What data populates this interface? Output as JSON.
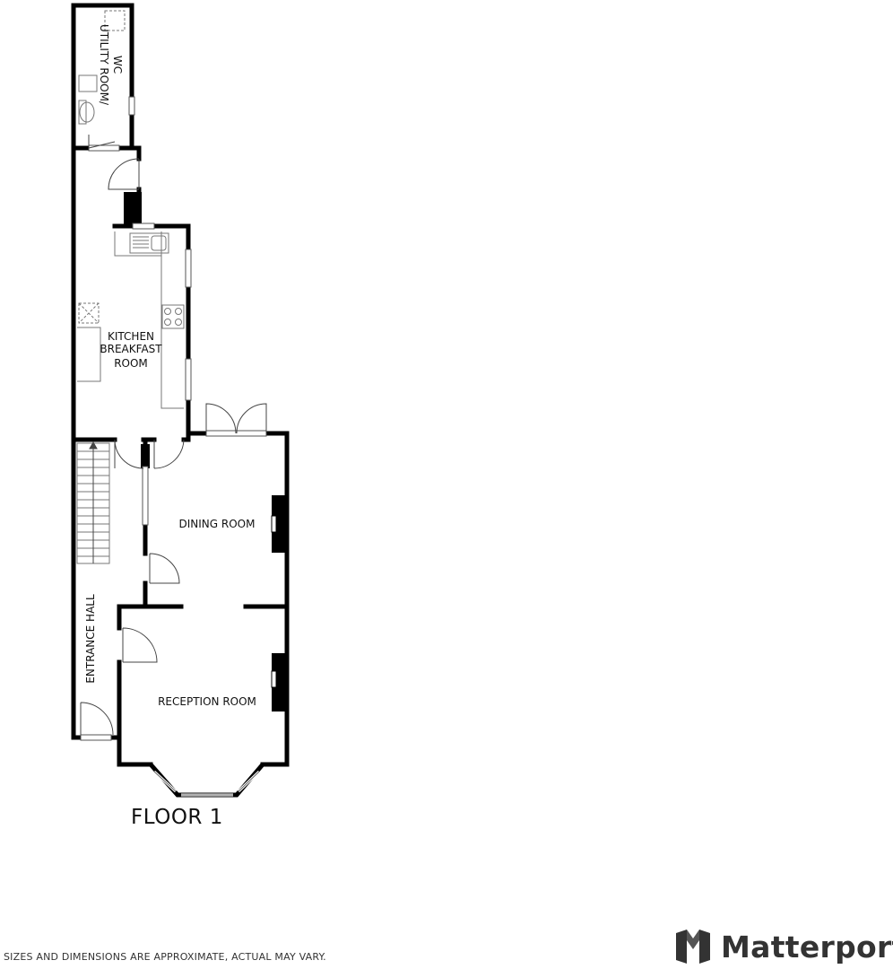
{
  "floor": {
    "title": "FLOOR 1"
  },
  "rooms": {
    "utility_line1": "UTILITY ROOM/",
    "utility_line2": "WC",
    "kitchen_line1": "KITCHEN",
    "kitchen_line2": "BREAKFAST",
    "kitchen_line3": "ROOM",
    "dining": "DINING ROOM",
    "entrance": "ENTRANCE HALL",
    "reception": "RECEPTION ROOM"
  },
  "footer": {
    "disclaimer": "SIZES AND DIMENSIONS ARE APPROXIMATE, ACTUAL MAY VARY.",
    "brand": "Matterport"
  },
  "colors": {
    "wall": "#000000",
    "fixture_stroke": "#777777",
    "brand_text": "#333333"
  }
}
